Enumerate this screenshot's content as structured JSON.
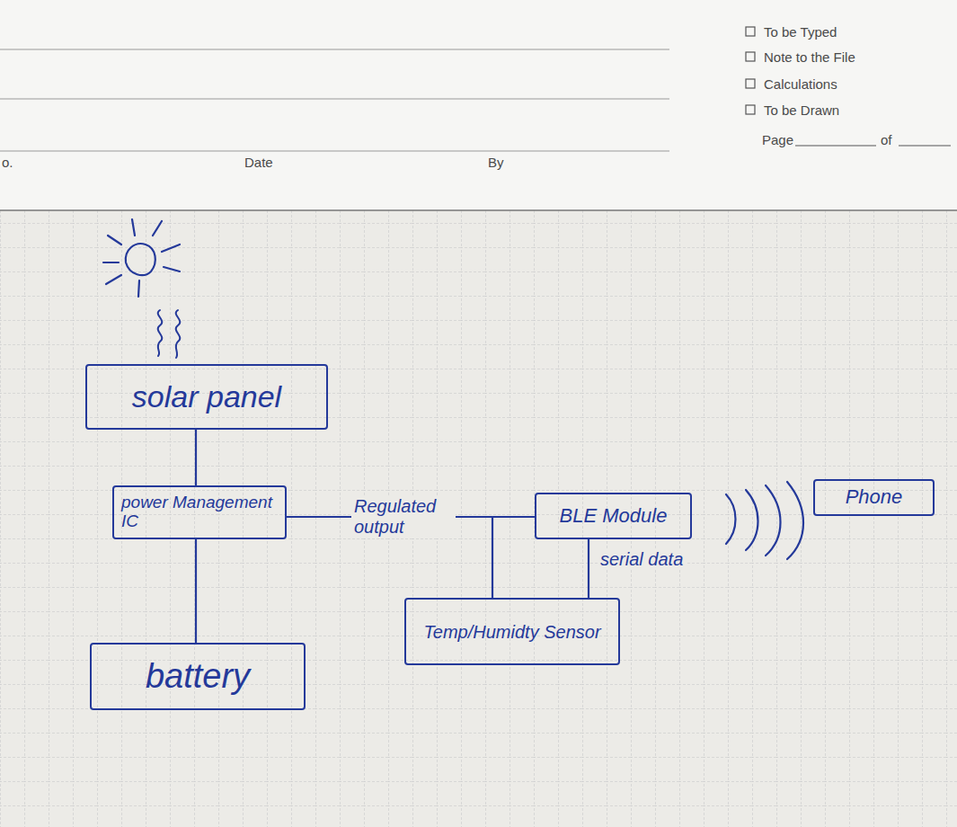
{
  "diagram": {
    "nodes": [
      {
        "text": [
          "solar panel"
        ]
      },
      {
        "text": [
          "power Management IC"
        ]
      },
      {
        "text": [
          "BLE Module"
        ]
      },
      {
        "text": [
          "Phone"
        ]
      },
      {
        "text": [
          "Temp/Humidty Sensor"
        ]
      },
      {
        "text": [
          "battery"
        ]
      }
    ],
    "edges": [
      {
        "from": 0,
        "to": 1,
        "arrow": "none"
      },
      {
        "from": 1,
        "to": 2,
        "label": "Regulated output",
        "arrow": "none"
      },
      {
        "from": 1,
        "to": 4,
        "arrow": "none"
      },
      {
        "from": 2,
        "to": 4,
        "label": "serial data",
        "arrow": "none"
      },
      {
        "from": 1,
        "to": 5,
        "arrow": "none"
      }
    ],
    "labels": [
      "o.",
      "Date",
      "By",
      "To be Typed",
      "Note to the File",
      "Calculations",
      "To be Drawn",
      "Page",
      "of"
    ]
  }
}
